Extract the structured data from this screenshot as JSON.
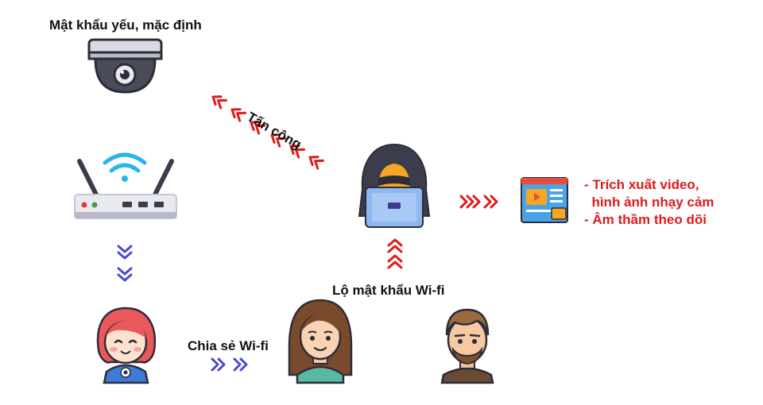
{
  "labels": {
    "camera": "Mật khẩu yếu, mặc định",
    "attack": "Tấn công",
    "share_wifi": "Chia sẻ Wi-fi",
    "leak": "Lộ mật khẩu Wi-fi"
  },
  "outcomes": [
    "- Trích xuất video,",
    "  hình ảnh nhạy cảm",
    "- Âm thầm theo dõi"
  ],
  "colors": {
    "red": "#e01a1a",
    "blue": "#4a4ad0",
    "hacker_face": "#f5a623",
    "wifi": "#29b6e8"
  },
  "icons": [
    "security-camera-icon",
    "wifi-router-icon",
    "hacker-icon",
    "video-screen-icon",
    "girl-user-icon",
    "woman-user-icon",
    "man-user-icon"
  ]
}
